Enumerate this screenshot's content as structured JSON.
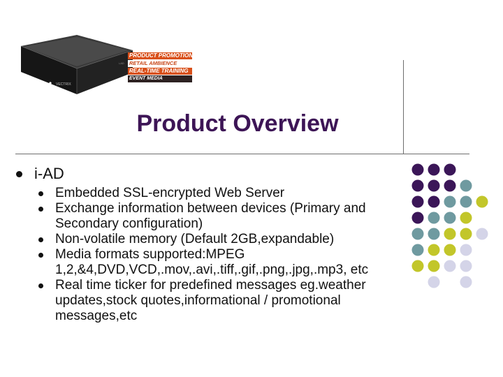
{
  "header_image": {
    "promo_labels": [
      "PRODUCT PROMOTION",
      "RETAIL AMBIENCE",
      "REAL-TIME TRAINING",
      "EVENT MEDIA"
    ],
    "device_brand": "VECTRIX",
    "device_model": "i-AD"
  },
  "slide": {
    "title": "Product Overview",
    "main_bullet": "i-AD",
    "sub_bullets": [
      "Embedded SSL-encrypted Web Server",
      "Exchange information between devices (Primary and Secondary configuration)",
      "Non-volatile memory (Default 2GB,expandable)",
      "Media formats supported:MPEG 1,2,&4,DVD,VCD,.mov,.avi,.tiff,.gif,.png,.jpg,.mp3, etc",
      "Real time ticker for predefined messages eg.weather updates,stock quotes,informational / promotional messages,etc"
    ]
  },
  "decoration": {
    "colors": {
      "purple": "#3b1658",
      "teal": "#6f9aa0",
      "olive": "#c2c62a",
      "lavender": "#d4d4e8"
    },
    "grid": [
      [
        "purple",
        "purple",
        "purple",
        null,
        null
      ],
      [
        "purple",
        "purple",
        "purple",
        "teal",
        null
      ],
      [
        "purple",
        "purple",
        "teal",
        "teal",
        "olive"
      ],
      [
        "purple",
        "teal",
        "teal",
        "olive",
        null
      ],
      [
        "teal",
        "teal",
        "olive",
        "olive",
        "lavender"
      ],
      [
        "teal",
        "olive",
        "olive",
        "lavender",
        null
      ],
      [
        "olive",
        "olive",
        "lavender",
        "lavender",
        null
      ],
      [
        null,
        "lavender",
        null,
        "lavender",
        null
      ]
    ]
  }
}
